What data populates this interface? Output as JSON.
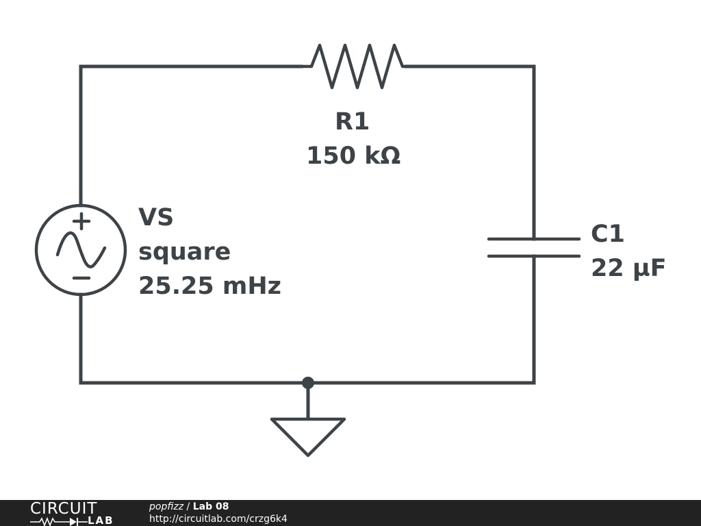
{
  "schematic": {
    "resistor": {
      "ref": "R1",
      "value": "150 kΩ"
    },
    "capacitor": {
      "ref": "C1",
      "value": "22 µF"
    },
    "source": {
      "ref": "VS",
      "waveform": "square",
      "frequency": "25.25 mHz"
    },
    "colors": {
      "stroke": "#3d4347",
      "text": "#3d4347",
      "background": "#ffffff"
    }
  },
  "footer": {
    "brand_top": "CIRCUIT",
    "brand_bottom": "LAB",
    "author": "popfizz",
    "separator": " / ",
    "title": "Lab 08",
    "url": "http://circuitlab.com/crzg6k4",
    "background": "#222222"
  }
}
